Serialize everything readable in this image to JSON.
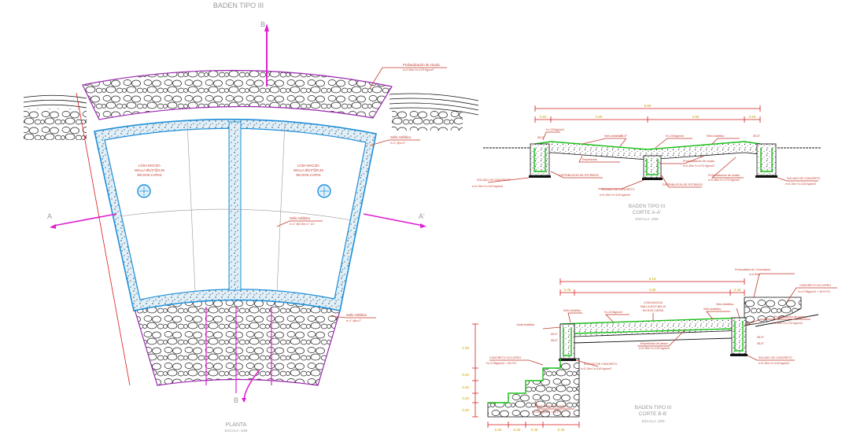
{
  "plan": {
    "top_title": "BADEN TIPO III",
    "section_b_top": "B",
    "section_b_bottom": "B",
    "section_a_left": "A",
    "section_a_right": "A'",
    "caption": "PLANTA",
    "scale": "ESCALA: 1/50",
    "top_note_1": "Profundización de zócalo",
    "top_note_2": "e=0.30m  f'c=175 Kg/cm²",
    "right_note_1": "Sello Asfáltico",
    "right_note_2": "e=1\" @e=2\"",
    "loza_left_1": "LOSA MACIZA",
    "loza_left_2": "MALLA Ø1/2\"@0.25",
    "loza_left_3": "EN DOS CAPAS",
    "loza_right_1": "LOSA MACIZA",
    "loza_right_2": "MALLA Ø1/2\"@0.25",
    "loza_right_3": "EN DOS CAPAS",
    "mid_note_1": "Sello Asfáltico",
    "mid_note_2": "e=1\" @2.5m=1\" 1/2",
    "bottom_note_1": "Sello Asfáltico",
    "bottom_note_2": "e=1\" @e=2\""
  },
  "section_aa": {
    "title": "BADEN TIPO III",
    "subtitle": "CORTE A-A'",
    "scale": "ESCALA: 1/50",
    "top_dim": "6.80",
    "dims": [
      "0.50",
      "2.80",
      "2.80",
      "0.50"
    ],
    "labels": [
      "f'c=210kg/cm2",
      "Sello Asfáltico",
      "Ø1/2\"",
      "f'c=210kg/cm2",
      "Sello Asfáltico",
      "Ø1/2\"",
      "Ø1/2\"",
      "Empedrado",
      "DISTRIBUCION DE ESTRIBOS",
      "SOLADO DE CONCRETO",
      "e=0.10m  f'c=140 kg/cm2",
      "DISTRIBUCION DE ESTRIBOS",
      "SOLADO DE CONCRETO",
      "e=0.10m  f'c=140 kg/cm2",
      "Profundización de zócalo",
      "e=0.30m  f'c=175 Kg/cm2",
      "Profundización de zócalo",
      "e=0.30m  f'c=175 Kg/cm2",
      "SOLADO DE CONCRETO",
      "e=0.10m  f'c=140 kg/cm2"
    ]
  },
  "section_bb": {
    "title": "BADEN TIPO III",
    "subtitle": "CORTE B-B'",
    "scale": "ESCALA: 1/50",
    "top_dim": "6.10",
    "dims": [
      "0.45",
      "4.80",
      "0.45"
    ],
    "labels": [
      "Profundidad de Cimentación",
      "e=0.50m",
      "CONCRETO CICLOPEO",
      "f'c=175kg/cm2 + 40% P.G.",
      "LOSA MACIZA",
      "MALLA Ø1/2\"@0.25",
      "EN DOS CAPAS",
      "Sello Asfáltico",
      "f'c=210kg/cm2",
      "Sello Asfáltico",
      "Sello Asfáltico",
      "Junta Asfáltica",
      "Ø1/2\"",
      "Ø1/2\"",
      "Ø1/2\"",
      "Ø1/2\"",
      "Empedrado de piedra",
      "e=0.30m  f'c=140 kg/cm2",
      "Profundización de zócalo",
      "e=0.30m  f'c=175 Kg/cm2",
      "SOLADO DE CONCRETO",
      "e=0.10m  f'c=140 kg/cm2",
      "CONCRETO CICLOPEO",
      "f'c=175kg/cm2 + 40 P.G.",
      "SOLADO DE CONCRETO",
      "e=0.10m  f'c=140 kg/cm2",
      "CONCRETO CICLOPEO",
      "f'c=175kg/cm2 + 40 P.G."
    ],
    "side_dims": [
      "1.00",
      "0.40",
      "0.40",
      "0.40",
      "0.40"
    ],
    "bottom_dims": [
      "0.40",
      "0.40",
      "0.40",
      "0.45"
    ]
  },
  "colors": {
    "magenta": "#e020d0",
    "cyan": "#1e8fd8",
    "green": "#18c018",
    "red": "#c0392b",
    "yellow": "#c8a000"
  }
}
